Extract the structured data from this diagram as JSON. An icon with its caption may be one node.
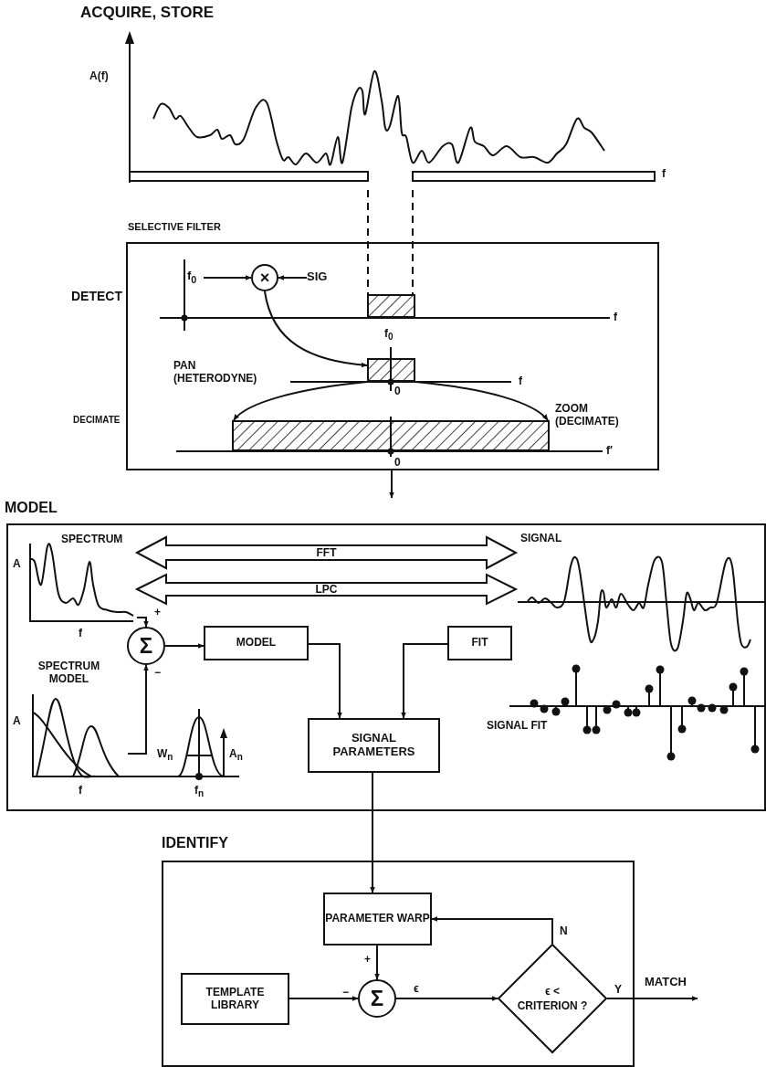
{
  "diagram": {
    "nodes": [
      {
        "text": [
          "ACQUIRE, STORE"
        ]
      },
      {
        "text": [
          "SELECTIVE FILTER"
        ]
      },
      {
        "text": [
          "f$_{0}$"
        ],
        "in": 1
      },
      {
        "text": [
          "×"
        ],
        "in": 1
      },
      {
        "text": [
          "SIG"
        ],
        "in": 1
      },
      {
        "text": [],
        "shape": "bar",
        "in": 1
      },
      {
        "text": [],
        "shape": "bar",
        "in": 1
      },
      {
        "text": [],
        "shape": "bar",
        "in": 1
      },
      {
        "text": [
          "MODEL"
        ]
      },
      {
        "text": [
          "SPECTRUM"
        ],
        "in": 8
      },
      {
        "text": [
          "SIGNAL"
        ],
        "in": 8
      },
      {
        "text": [
          "Σ"
        ],
        "in": 8
      },
      {
        "text": [
          "MODEL"
        ],
        "in": 8
      },
      {
        "text": [
          "FIT"
        ],
        "in": 8
      },
      {
        "text": [
          "SPECTRUM MODEL"
        ],
        "in": 8
      },
      {
        "text": [
          "SIGNAL PARAMETERS"
        ],
        "in": 8
      },
      {
        "text": [
          "SIGNAL FIT"
        ],
        "in": 8
      },
      {
        "text": [
          "IDENTIFY"
        ]
      },
      {
        "text": [
          "PARAMETER WARP"
        ],
        "in": 17
      },
      {
        "text": [
          "TEMPLATE LIBRARY"
        ],
        "in": 17
      },
      {
        "text": [
          "Σ"
        ],
        "in": 17
      },
      {
        "text": [
          "ϵ < CRITERION ?"
        ],
        "in": 17
      },
      {
        "text": [
          "MATCH"
        ]
      }
    ],
    "edges": [
      {
        "from": 0,
        "to": 5,
        "arrow": "none",
        "style": "dashed"
      },
      {
        "from": 0,
        "to": 5,
        "arrow": "none",
        "style": "dashed"
      },
      {
        "from": 2,
        "to": 3,
        "arrow": "to"
      },
      {
        "from": 4,
        "to": 3,
        "arrow": "to"
      },
      {
        "from": 3,
        "to": 6,
        "arrow": "to"
      },
      {
        "from": 6,
        "to": 7,
        "arrow": "to"
      },
      {
        "from": 6,
        "to": 7,
        "arrow": "to"
      },
      {
        "from": 1,
        "to": 8,
        "arrow": "to"
      },
      {
        "from": 9,
        "to": 10,
        "arrow": "both",
        "style": "thick",
        "label": "FFT"
      },
      {
        "from": 9,
        "to": 10,
        "arrow": "both",
        "style": "thick",
        "label": "LPC"
      },
      {
        "from": 9,
        "to": 11,
        "arrow": "to",
        "label": "+"
      },
      {
        "from": 14,
        "to": 11,
        "arrow": "to",
        "label": "−"
      },
      {
        "from": 11,
        "to": 12,
        "arrow": "to"
      },
      {
        "from": 12,
        "to": 15,
        "arrow": "to"
      },
      {
        "from": 13,
        "to": 15,
        "arrow": "to"
      },
      {
        "from": 15,
        "to": 18,
        "arrow": "to"
      },
      {
        "from": 18,
        "to": 20,
        "arrow": "to",
        "label": "+"
      },
      {
        "from": 19,
        "to": 20,
        "arrow": "to",
        "label": "−"
      },
      {
        "from": 20,
        "to": 21,
        "arrow": "to",
        "label": "ϵ"
      },
      {
        "from": 21,
        "to": 18,
        "arrow": "to",
        "label": "N"
      },
      {
        "from": 21,
        "to": 22,
        "arrow": "to",
        "label": "Y"
      }
    ],
    "labels": [
      "A(f)",
      "f",
      "DETECT",
      "f",
      "f$_{0}$",
      "PAN (HETERODYNE)",
      "f",
      "0",
      "DECIMATE",
      "ZOOM (DECIMATE)",
      "f′",
      "0",
      "A",
      "f",
      "A",
      "W$_{n}$",
      "A$_{n}$",
      "f",
      "f$_{n}$"
    ]
  }
}
